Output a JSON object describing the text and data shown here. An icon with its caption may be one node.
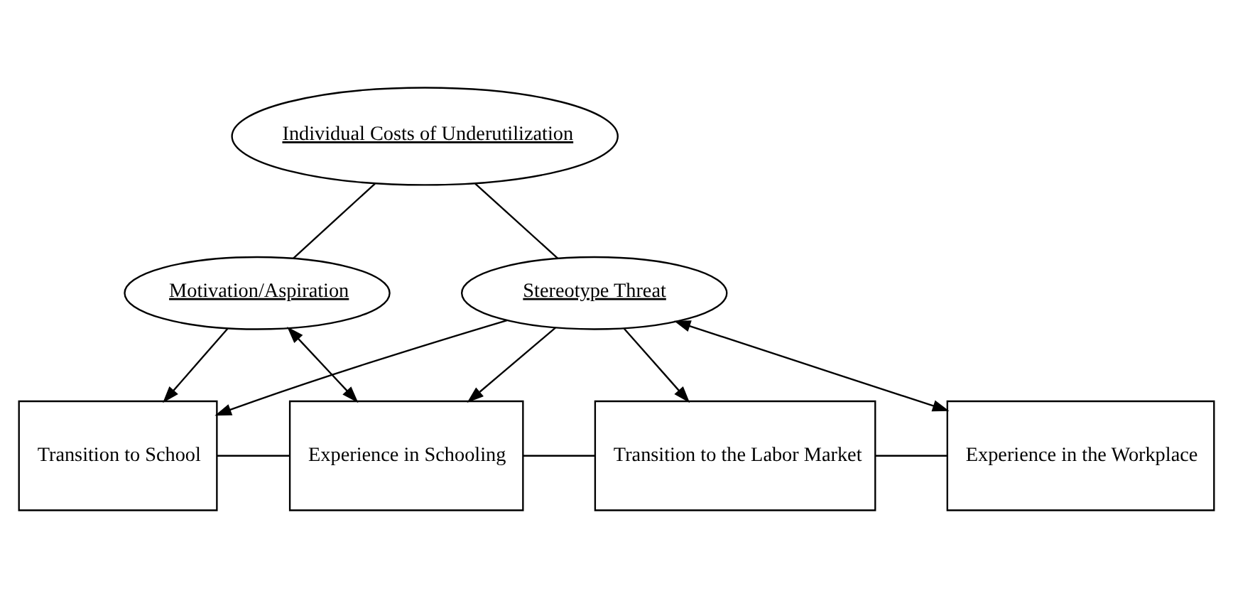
{
  "diagram": {
    "nodes": [
      {
        "text": [
          "Individual Costs of Underutilization"
        ]
      },
      {
        "text": [
          "Motivation/Aspiration"
        ]
      },
      {
        "text": [
          "Stereotype Threat"
        ]
      },
      {
        "text": [
          "Transition to School"
        ]
      },
      {
        "text": [
          "Experience in Schooling"
        ]
      },
      {
        "text": [
          "Transition to the Labor Market"
        ]
      },
      {
        "text": [
          "Experience in the Workplace"
        ]
      }
    ],
    "edges": [
      {
        "from": 0,
        "to": 1,
        "arrow": "none"
      },
      {
        "from": 0,
        "to": 2,
        "arrow": "none"
      },
      {
        "from": 1,
        "to": 3,
        "arrow": "to"
      },
      {
        "from": 1,
        "to": 4,
        "arrow": "both"
      },
      {
        "from": 2,
        "to": 3,
        "arrow": "to"
      },
      {
        "from": 2,
        "to": 4,
        "arrow": "to"
      },
      {
        "from": 2,
        "to": 5,
        "arrow": "to"
      },
      {
        "from": 2,
        "to": 6,
        "arrow": "both"
      },
      {
        "from": 3,
        "to": 4,
        "arrow": "none"
      },
      {
        "from": 4,
        "to": 5,
        "arrow": "none"
      },
      {
        "from": 5,
        "to": 6,
        "arrow": "none"
      }
    ]
  }
}
